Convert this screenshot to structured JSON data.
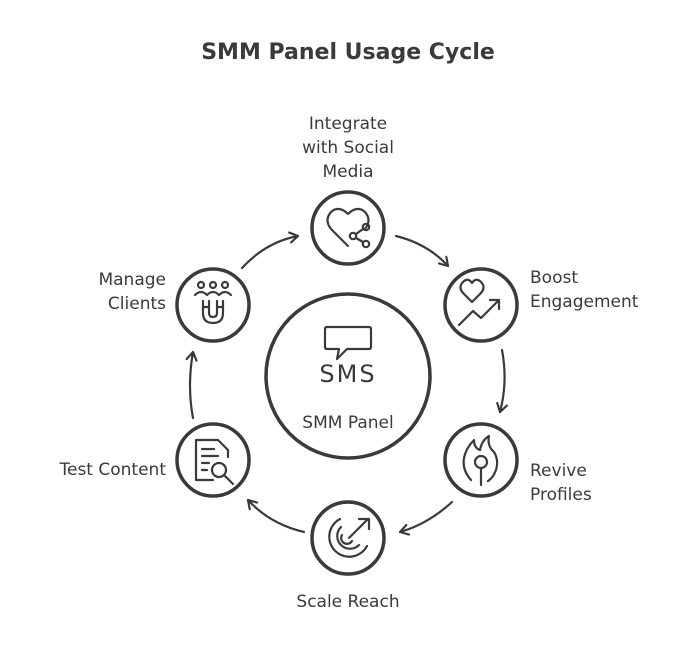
{
  "title": "SMM Panel Usage Cycle",
  "center": {
    "logo_text": "SMS",
    "label": "SMM Panel",
    "icon": "sms-chat-bubble-icon"
  },
  "steps": [
    {
      "label": "Integrate\nwith Social\nMedia",
      "icon": "heart-share-icon"
    },
    {
      "label": "Boost\nEngagement",
      "icon": "heart-trend-up-icon"
    },
    {
      "label": "Revive\nProfiles",
      "icon": "flame-sprout-icon"
    },
    {
      "label": "Scale Reach",
      "icon": "target-arrow-icon"
    },
    {
      "label": "Test Content",
      "icon": "document-magnifier-icon"
    },
    {
      "label": "Manage\nClients",
      "icon": "people-magnet-icon"
    }
  ],
  "colors": {
    "stroke": "#3a3a3a",
    "background": "#ffffff"
  }
}
